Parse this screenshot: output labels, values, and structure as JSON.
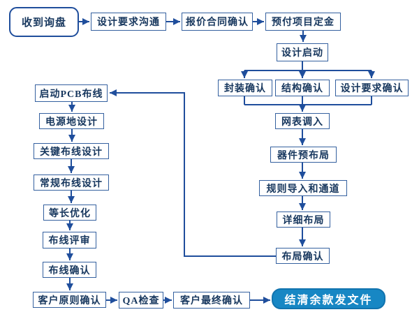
{
  "diagram": {
    "type": "flowchart",
    "language": "zh-CN",
    "topic": "PCB design service workflow"
  },
  "colors": {
    "background": "#ffffff",
    "node_border": "#34609f",
    "node_text": "#17375e",
    "connector": "#1f4e9c",
    "start_node_border": "#1f4e9c",
    "end_node_fill": "#1787c4",
    "end_node_border": "#1173ae",
    "end_node_text": "#ffffff"
  },
  "nodes": {
    "receive_inquiry": {
      "label": "收到询盘",
      "shape": "rounded",
      "role": "start"
    },
    "design_requirement_communication": {
      "label": "设计要求沟通",
      "shape": "rect"
    },
    "quotation_contract_confirm": {
      "label": "报价合同确认",
      "shape": "rect"
    },
    "prepay_project_deposit": {
      "label": "预付项目定金",
      "shape": "rect"
    },
    "design_kickoff": {
      "label": "设计启动",
      "shape": "rect"
    },
    "package_confirm": {
      "label": "封装确认",
      "shape": "rect"
    },
    "structure_confirm": {
      "label": "结构确认",
      "shape": "rect"
    },
    "design_requirement_confirm": {
      "label": "设计要求确认",
      "shape": "rect"
    },
    "netlist_import": {
      "label": "网表调入",
      "shape": "rect"
    },
    "component_prelayout": {
      "label": "器件预布局",
      "shape": "rect"
    },
    "rules_import_and_channel": {
      "label": "规则导入和通道",
      "shape": "rect"
    },
    "detailed_placement": {
      "label": "详细布局",
      "shape": "rect"
    },
    "placement_confirm": {
      "label": "布局确认",
      "shape": "rect"
    },
    "start_pcb_routing": {
      "label": "启动PCB布线",
      "shape": "rect"
    },
    "power_ground_design": {
      "label": "电源地设计",
      "shape": "rect"
    },
    "critical_routing_design": {
      "label": "关键布线设计",
      "shape": "rect"
    },
    "general_routing_design": {
      "label": "常规布线设计",
      "shape": "rect"
    },
    "length_matching_optimization": {
      "label": "等长优化",
      "shape": "rect"
    },
    "routing_review": {
      "label": "布线评审",
      "shape": "rect"
    },
    "routing_confirm": {
      "label": "布线确认",
      "shape": "rect"
    },
    "customer_principle_confirm": {
      "label": "客户原则确认",
      "shape": "rect"
    },
    "qa_check": {
      "label": "QA检查",
      "shape": "rect"
    },
    "customer_final_confirm": {
      "label": "客户最终确认",
      "shape": "rect"
    },
    "settle_balance_send_files": {
      "label": "结清余款发文件",
      "shape": "rounded-filled",
      "role": "end"
    }
  },
  "edges": [
    {
      "from": "receive_inquiry",
      "to": "design_requirement_communication"
    },
    {
      "from": "design_requirement_communication",
      "to": "quotation_contract_confirm"
    },
    {
      "from": "quotation_contract_confirm",
      "to": "prepay_project_deposit"
    },
    {
      "from": "prepay_project_deposit",
      "to": "design_kickoff"
    },
    {
      "from": "design_kickoff",
      "to": "package_confirm"
    },
    {
      "from": "design_kickoff",
      "to": "structure_confirm"
    },
    {
      "from": "design_kickoff",
      "to": "design_requirement_confirm"
    },
    {
      "from": "package_confirm",
      "to": "netlist_import"
    },
    {
      "from": "structure_confirm",
      "to": "netlist_import"
    },
    {
      "from": "design_requirement_confirm",
      "to": "netlist_import"
    },
    {
      "from": "netlist_import",
      "to": "component_prelayout"
    },
    {
      "from": "component_prelayout",
      "to": "rules_import_and_channel"
    },
    {
      "from": "rules_import_and_channel",
      "to": "detailed_placement"
    },
    {
      "from": "detailed_placement",
      "to": "placement_confirm"
    },
    {
      "from": "placement_confirm",
      "to": "start_pcb_routing"
    },
    {
      "from": "start_pcb_routing",
      "to": "power_ground_design"
    },
    {
      "from": "power_ground_design",
      "to": "critical_routing_design"
    },
    {
      "from": "critical_routing_design",
      "to": "general_routing_design"
    },
    {
      "from": "general_routing_design",
      "to": "length_matching_optimization"
    },
    {
      "from": "length_matching_optimization",
      "to": "routing_review"
    },
    {
      "from": "routing_review",
      "to": "routing_confirm"
    },
    {
      "from": "routing_confirm",
      "to": "customer_principle_confirm"
    },
    {
      "from": "customer_principle_confirm",
      "to": "qa_check"
    },
    {
      "from": "qa_check",
      "to": "customer_final_confirm"
    },
    {
      "from": "customer_final_confirm",
      "to": "settle_balance_send_files"
    }
  ]
}
